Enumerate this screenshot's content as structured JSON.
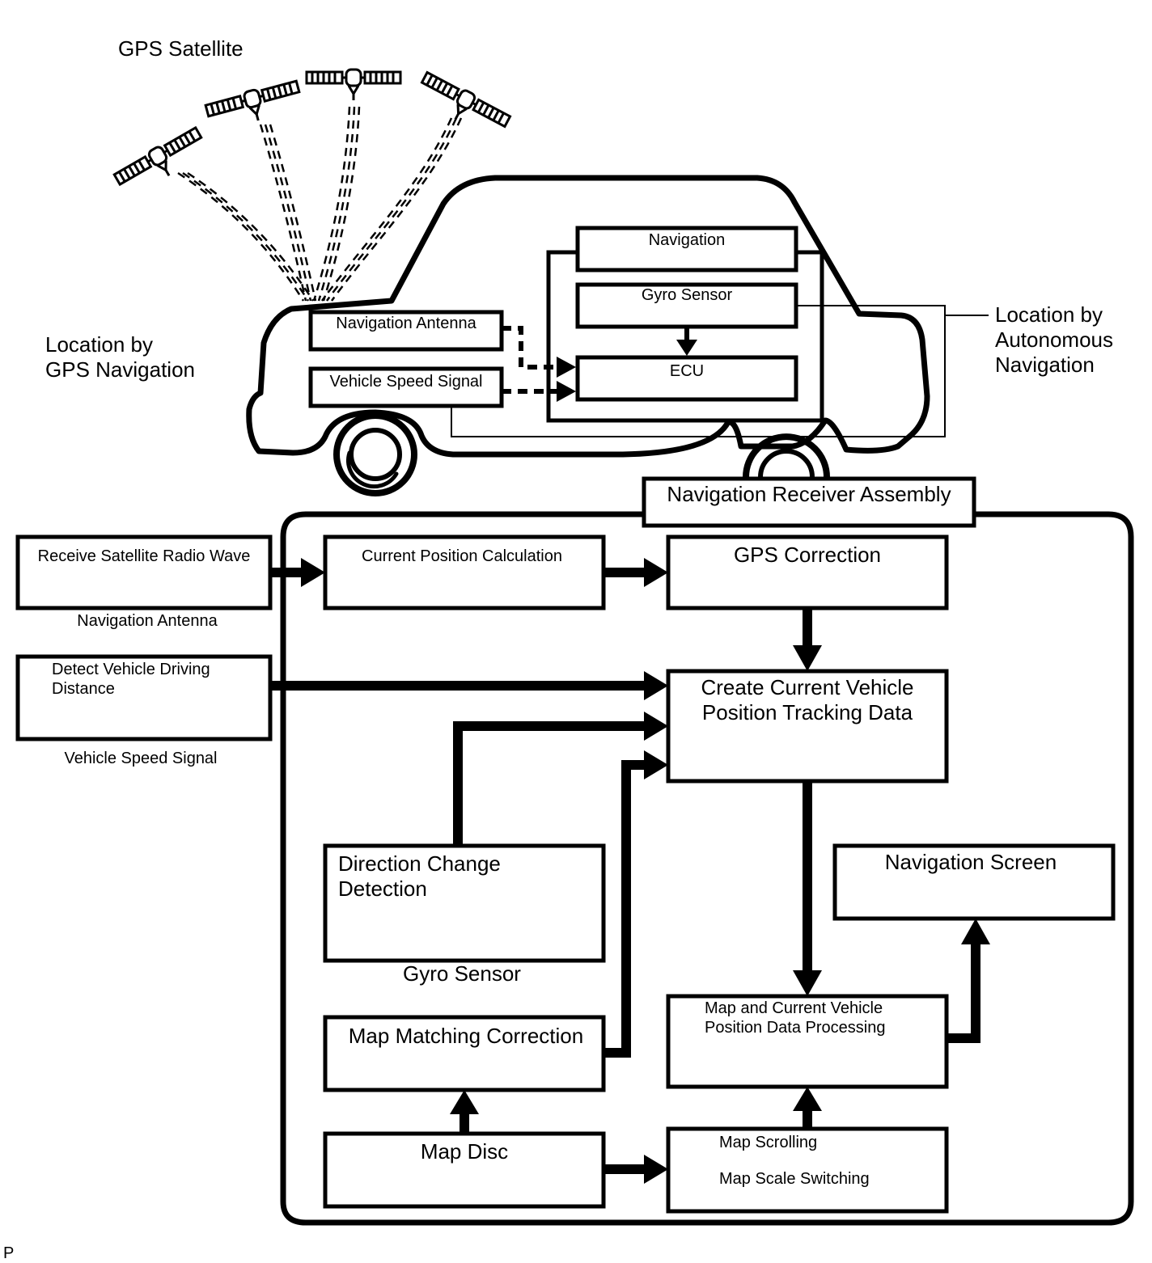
{
  "top": {
    "satellite_label": "GPS Satellite",
    "gps_location_label": "Location by\nGPS Navigation",
    "autonomous_location_label": "Location by\nAutonomous\nNavigation"
  },
  "vehicle": {
    "navigation_antenna": "Navigation Antenna",
    "vehicle_speed_signal": "Vehicle Speed Signal",
    "navigation": "Navigation",
    "gyro_sensor": "Gyro Sensor",
    "ecu": "ECU"
  },
  "flow": {
    "receiver_title": "Navigation Receiver Assembly",
    "receive_satellite": "Receive Satellite Radio Wave",
    "navigation_antenna_caption": "Navigation Antenna",
    "detect_distance": "Detect Vehicle Driving\nDistance",
    "vehicle_speed_caption": "Vehicle Speed Signal",
    "current_position": "Current Position Calculation",
    "gps_correction": "GPS Correction",
    "create_tracking": "Create Current Vehicle\nPosition Tracking Data",
    "direction_change": "Direction Change\nDetection",
    "gyro_caption": "Gyro Sensor",
    "map_matching": "Map Matching Correction",
    "map_disc": "Map Disc",
    "map_processing": "Map and Current Vehicle\nPosition Data Processing",
    "map_scrolling": "Map Scrolling",
    "map_scale": "Map Scale Switching",
    "navigation_screen": "Navigation Screen"
  },
  "footer": {
    "mark": "P"
  }
}
